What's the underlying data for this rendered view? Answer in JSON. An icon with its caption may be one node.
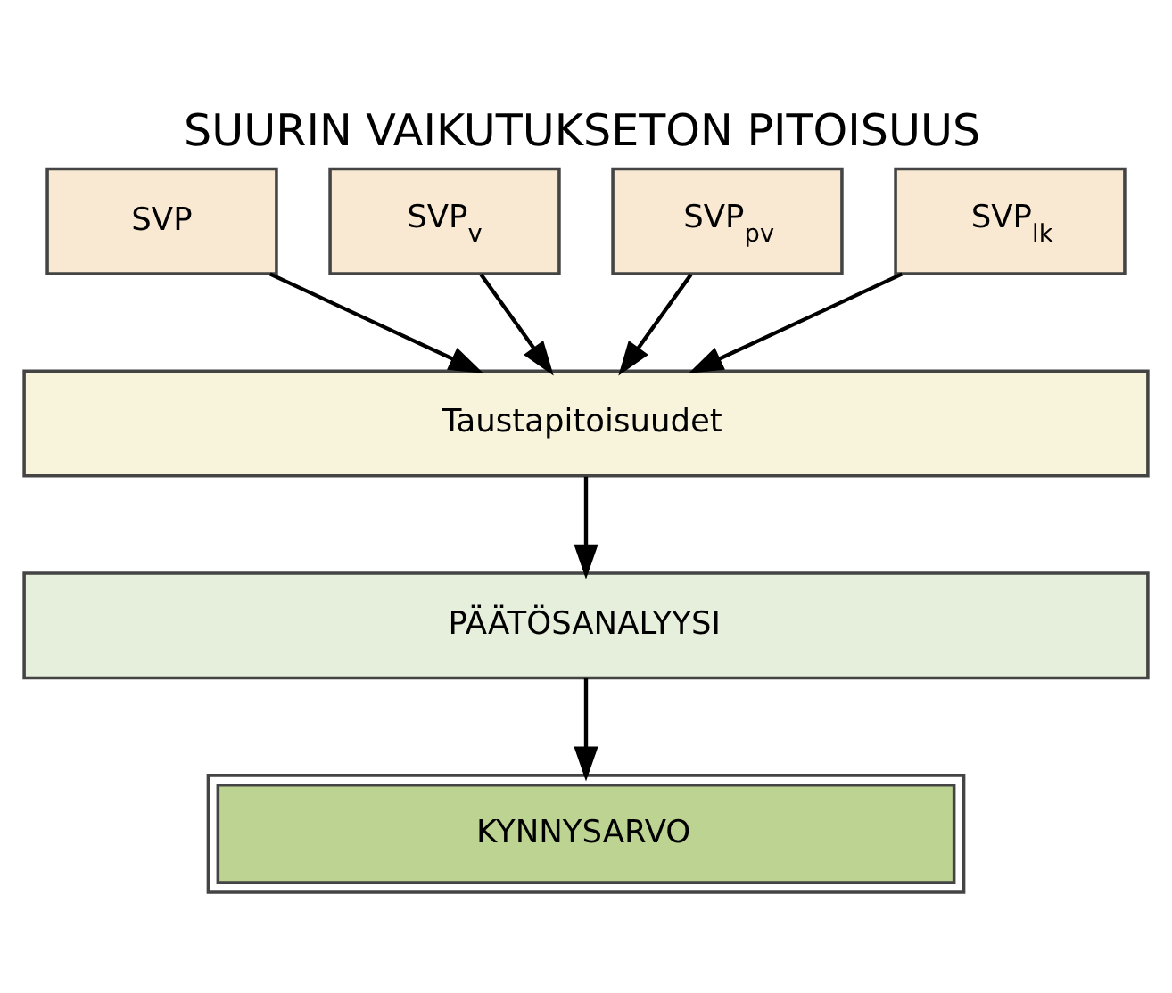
{
  "diagram": {
    "title": "SUURIN VAIKUTUKSETON PITOISUUS",
    "nodes": [
      {
        "text": [
          "SVP"
        ]
      },
      {
        "text": [
          "SVP$_{v}$"
        ]
      },
      {
        "text": [
          "SVP$_{pv}$"
        ]
      },
      {
        "text": [
          "SVP$_{lk}$"
        ]
      },
      {
        "text": [
          "Taustapitoisuudet"
        ]
      },
      {
        "text": [
          "PÄÄTÖSANALYYSI"
        ]
      },
      {
        "text": [
          "KYNNYSARVO"
        ]
      }
    ],
    "edges": [
      {
        "from": 0,
        "to": 4,
        "arrow": "to"
      },
      {
        "from": 1,
        "to": 4,
        "arrow": "to"
      },
      {
        "from": 2,
        "to": 4,
        "arrow": "to"
      },
      {
        "from": 3,
        "to": 4,
        "arrow": "to"
      },
      {
        "from": 4,
        "to": 5,
        "arrow": "to"
      },
      {
        "from": 5,
        "to": 6,
        "arrow": "to"
      }
    ]
  }
}
